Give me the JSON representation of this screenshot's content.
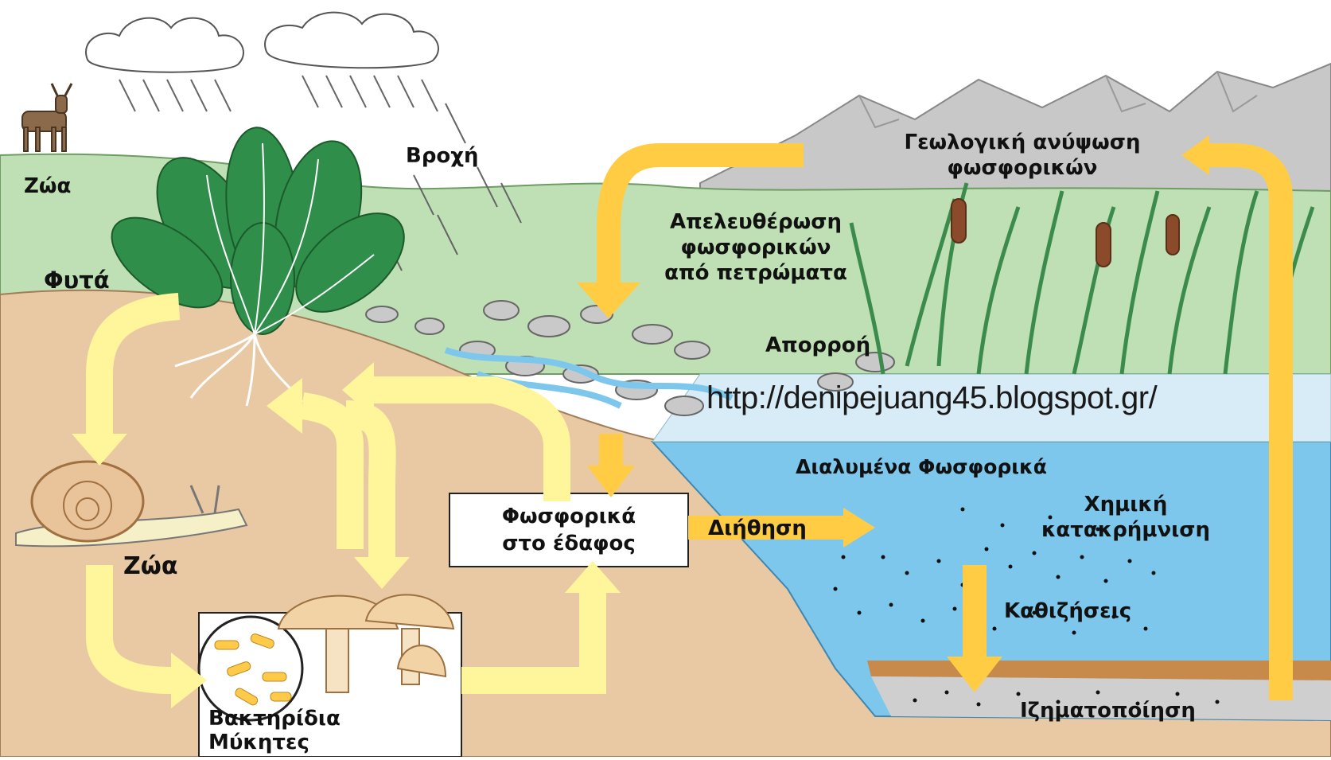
{
  "labels": {
    "animals_top": "Ζώα",
    "rain": "Βροχή",
    "plants": "Φυτά",
    "geological_uplift_line1": "Γεωλογική ανύψωση",
    "geological_uplift_line2": "φωσφορικών",
    "release_line1": "Απελευθέρωση",
    "release_line2": "φωσφορικών",
    "release_line3": "από πετρώματα",
    "runoff": "Απορροή",
    "dissolved": "Διαλυμένα Φωσφορικά",
    "chemical_line1": "Χημική",
    "chemical_line2": "κατακρήμνιση",
    "soil_phosphates_line1": "Φωσφορικά",
    "soil_phosphates_line2": "στο έδαφος",
    "diffusion": "Διήθηση",
    "animals_bottom": "Ζώα",
    "settling": "Καθιζήσεις",
    "sedimentation": "Ιζηματοποίηση",
    "decomposers_line1": "Βακτηρίδια",
    "decomposers_line2": "Μύκητες"
  },
  "watermark": "http://denipejuang45.blogspot.gr/",
  "colors": {
    "soil": "#e8c9a4",
    "grass": "#bfe0b4",
    "water": "#7ec7ec",
    "mountain": "#c9c9c9",
    "arrow_yellow": "#ffcc44",
    "arrow_pale": "#fff59a",
    "leaf": "#2f8f4a"
  },
  "icons": [
    "cloud-icon",
    "deer-icon",
    "plant-icon",
    "snail-icon",
    "mushroom-icon",
    "bacteria-icon",
    "cattail-icon",
    "rock-icon"
  ]
}
